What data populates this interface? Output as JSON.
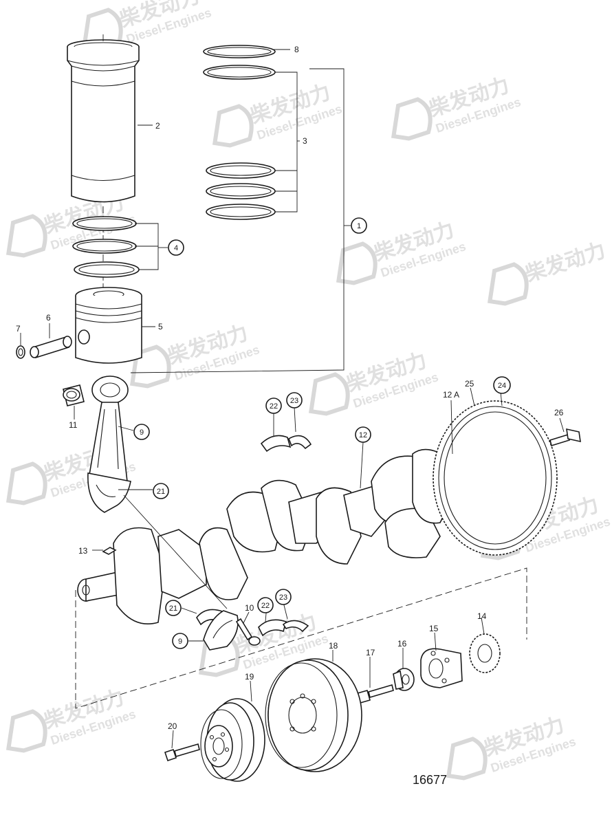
{
  "watermark": {
    "brand": "柴发动力",
    "sub": "Diesel-Engines"
  },
  "drawing_number": "16677",
  "callouts": {
    "c1": "1",
    "c2": "2",
    "c3": "3",
    "c4": "4",
    "c5": "5",
    "c6": "6",
    "c7": "7",
    "c8": "8",
    "c9a": "9",
    "c9b": "9",
    "c10": "10",
    "c11": "11",
    "c12": "12",
    "c12a": "12 A",
    "c13": "13",
    "c14": "14",
    "c15": "15",
    "c16": "16",
    "c17": "17",
    "c18": "18",
    "c19": "19",
    "c20": "20",
    "c21a": "21",
    "c21b": "21",
    "c22a": "22",
    "c22b": "22",
    "c23a": "23",
    "c23b": "23",
    "c24": "24",
    "c25": "25",
    "c26": "26"
  }
}
